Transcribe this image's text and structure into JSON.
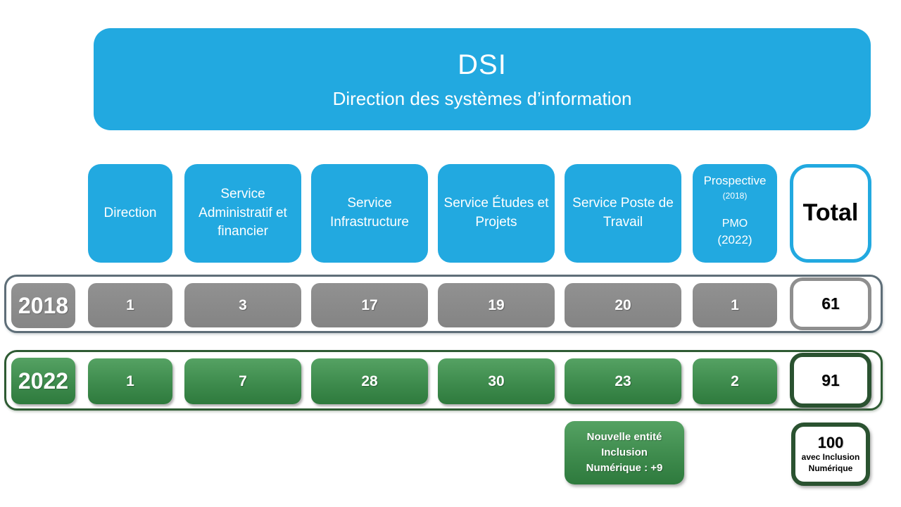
{
  "title_box": {
    "title": "DSI",
    "subtitle": "Direction des systèmes d’information"
  },
  "columns": {
    "direction": "Direction",
    "admin": "Service Administratif et financier",
    "infra": "Service Infrastructure",
    "etudes": "Service Études et Projets",
    "poste": "Service Poste de Travail",
    "prospective": {
      "line1": "Prospective",
      "line2": "(2018)",
      "line3": "PMO",
      "line4": "(2022)"
    },
    "total": "Total"
  },
  "rows": {
    "y2018": {
      "label": "2018",
      "values": [
        "1",
        "3",
        "17",
        "19",
        "20",
        "1"
      ],
      "total": "61"
    },
    "y2022": {
      "label": "2022",
      "values": [
        "1",
        "7",
        "28",
        "30",
        "23",
        "2"
      ],
      "total": "91"
    }
  },
  "notes": {
    "new_entity": {
      "line1": "Nouvelle entité",
      "line2": "Inclusion",
      "line3": "Numérique : +9"
    },
    "grand_total": {
      "value": "100",
      "caption_line1": "avec Inclusion",
      "caption_line2": "Numérique"
    }
  },
  "colors": {
    "blue": "#22a9e0",
    "gray": "#8a8a8a",
    "slate_border": "#5e6e78",
    "green": "#3e8b4d",
    "dark_green_border": "#2a5230"
  }
}
